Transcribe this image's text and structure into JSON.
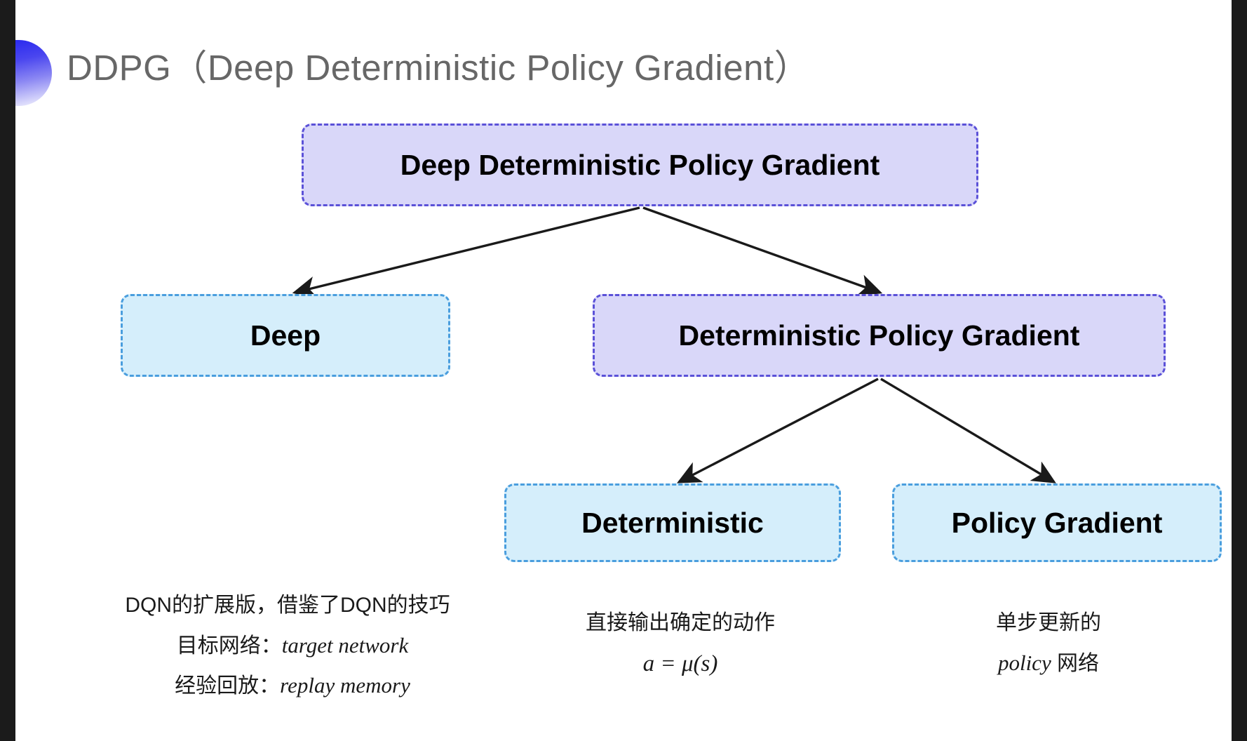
{
  "slide": {
    "title": "DDPG（Deep Deterministic Policy Gradient）",
    "accent_purple": "#5b51d8",
    "accent_blue": "#4a9ede",
    "fill_purple": "#d9d7f9",
    "fill_blue": "#d5eefb",
    "title_color": "#676767",
    "background": "#ffffff"
  },
  "diagram": {
    "nodes": {
      "root": {
        "label": "Deep Deterministic Policy Gradient",
        "style": "purple"
      },
      "deep": {
        "label": "Deep",
        "style": "blue"
      },
      "dpg": {
        "label": "Deterministic Policy Gradient",
        "style": "purple"
      },
      "deterministic": {
        "label": "Deterministic",
        "style": "blue"
      },
      "policy_gradient": {
        "label": "Policy Gradient",
        "style": "blue"
      }
    },
    "edges": [
      {
        "from": "root",
        "to": "deep"
      },
      {
        "from": "root",
        "to": "dpg"
      },
      {
        "from": "dpg",
        "to": "deterministic"
      },
      {
        "from": "dpg",
        "to": "policy_gradient"
      }
    ]
  },
  "captions": {
    "deep": {
      "line1": "DQN的扩展版，借鉴了DQN的技巧",
      "line2_label": "目标网络：",
      "line2_term": "target network",
      "line3_label": "经验回放：",
      "line3_term": "replay memory"
    },
    "deterministic": {
      "line1": "直接输出确定的动作",
      "formula": "a = μ(s)"
    },
    "policy_gradient": {
      "line1": "单步更新的",
      "line2_term": "policy",
      "line2_suffix": " 网络"
    }
  }
}
